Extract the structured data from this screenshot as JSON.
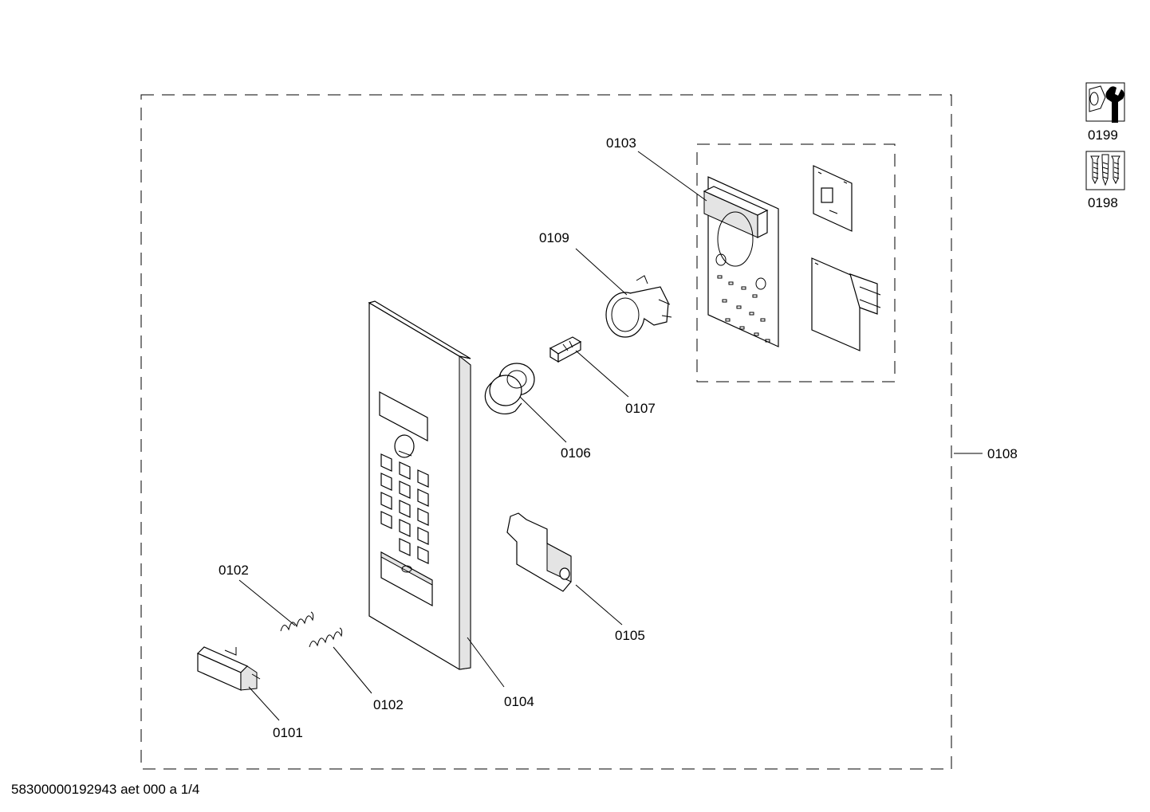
{
  "callouts": {
    "c0101": "0101",
    "c0102a": "0102",
    "c0102b": "0102",
    "c0103": "0103",
    "c0104": "0104",
    "c0105": "0105",
    "c0106": "0106",
    "c0107": "0107",
    "c0108": "0108",
    "c0109": "0109",
    "c0198": "0198",
    "c0199": "0199"
  },
  "icons": {
    "tool": "wrench-nut-icon",
    "screws": "screws-icon"
  },
  "footer": {
    "code": "58300000192943 aet 000 a 1/4"
  }
}
